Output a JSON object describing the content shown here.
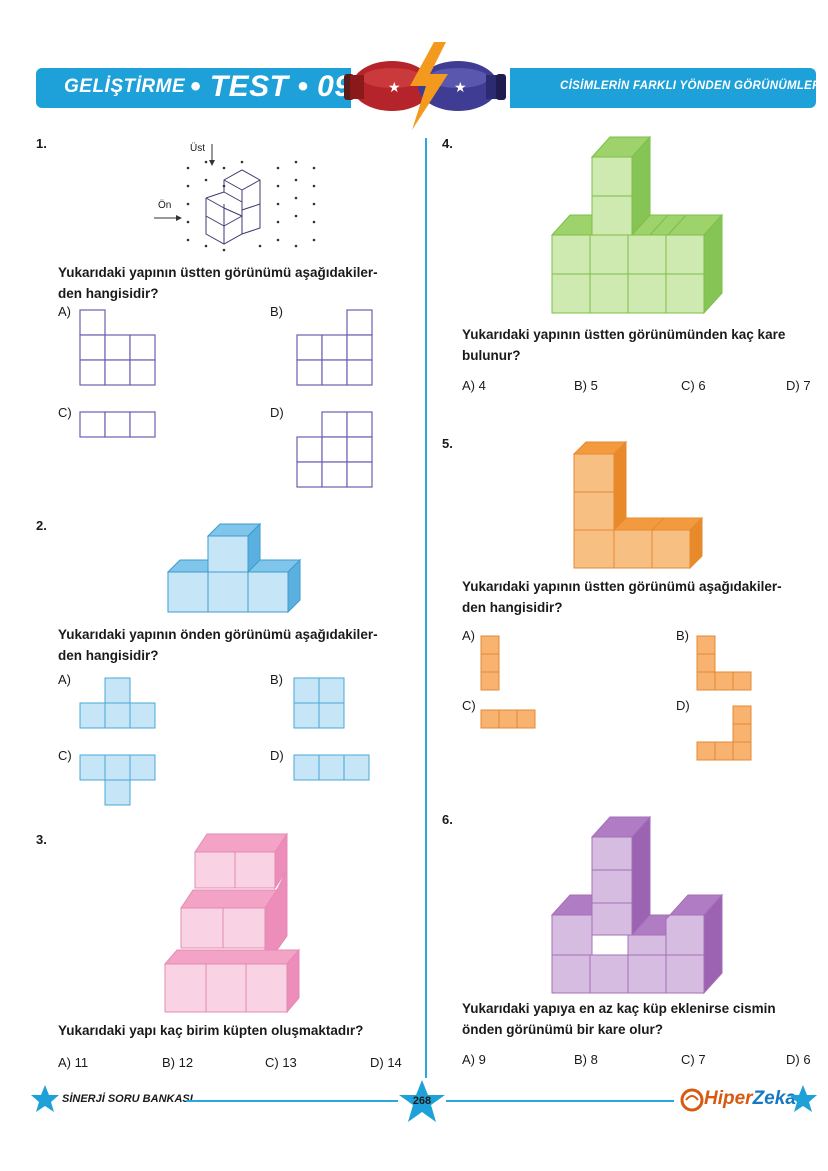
{
  "header": {
    "left_title": "GELİŞTİRME",
    "test_label": "• TEST • 09",
    "right_title": "CİSİMLERİN FARKLI YÖNDEN GÖRÜNÜMLERİ"
  },
  "q1": {
    "number": "1.",
    "label_top": "Üst",
    "label_front": "Ön",
    "text_line1": "Yukarıdaki yapının üstten görünümü aşağıdakiler-",
    "text_line2": "den hangisidir?",
    "options": [
      "A)",
      "B)",
      "C)",
      "D)"
    ]
  },
  "q2": {
    "number": "2.",
    "text_line1": "Yukarıdaki yapının önden görünümü aşağıdakiler-",
    "text_line2": "den hangisidir?",
    "options": [
      "A)",
      "B)",
      "C)",
      "D)"
    ]
  },
  "q3": {
    "number": "3.",
    "text": "Yukarıdaki yapı kaç birim küpten oluşmaktadır?",
    "answers": [
      "A) 11",
      "B) 12",
      "C) 13",
      "D) 14"
    ]
  },
  "q4": {
    "number": "4.",
    "text_line1": "Yukarıdaki yapının üstten görünümünden kaç kare",
    "text_line2": "bulunur?",
    "answers": [
      "A) 4",
      "B) 5",
      "C) 6",
      "D) 7"
    ]
  },
  "q5": {
    "number": "5.",
    "text_line1": "Yukarıdaki yapının üstten görünümü aşağıdakiler-",
    "text_line2": "den hangisidir?",
    "options": [
      "A)",
      "B)",
      "C)",
      "D)"
    ]
  },
  "q6": {
    "number": "6.",
    "text_line1": "Yukarıdaki yapıya en az kaç küp eklenirse cismin",
    "text_line2": "önden görünümü bir kare olur?",
    "answers": [
      "A) 9",
      "B) 8",
      "C) 7",
      "D) 6"
    ]
  },
  "footer": {
    "brand": "SİNERJİ SORU BANKASI",
    "page_number": "268",
    "logo_part1": "Hiper",
    "logo_part2": "Zeka"
  },
  "colors": {
    "accent": "#1ea1d9",
    "q1_grid": "#6c5fb0",
    "q2_blue": "#a9d9f2",
    "q3_pink": "#f5b3cf",
    "q4_green": "#b7de93",
    "q5_orange": "#f5a85a",
    "q6_purple": "#c7a3d4"
  }
}
